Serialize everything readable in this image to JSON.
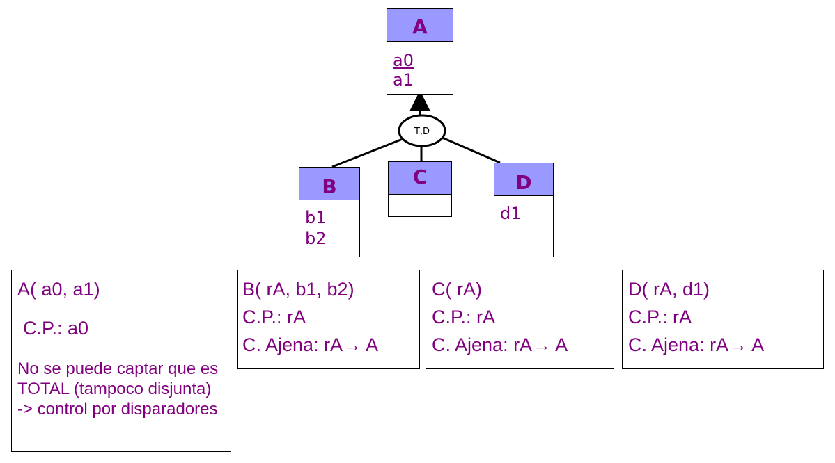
{
  "entities": {
    "A": {
      "name": "A",
      "attrs": [
        "a0",
        "a1"
      ]
    },
    "B": {
      "name": "B",
      "attrs": [
        "b1",
        "b2"
      ]
    },
    "C": {
      "name": "C",
      "attrs": []
    },
    "D": {
      "name": "D",
      "attrs": [
        "d1"
      ]
    }
  },
  "hierarchy": {
    "label": "T,D"
  },
  "relations": {
    "A": {
      "schema": "A( a0, a1)",
      "pk": "C.P.: a0",
      "note": "No se puede captar que es TOTAL (tampoco disjunta) -> control por disparadores"
    },
    "B": {
      "schema": "B( rA,  b1, b2)",
      "pk": "C.P.: rA",
      "fk": "C. Ajena: rA→ A"
    },
    "C": {
      "schema": "C( rA)",
      "pk": "C.P.: rA",
      "fk": "C. Ajena: rA→ A"
    },
    "D": {
      "schema": "D( rA,  d1)",
      "pk": "C.P.: rA",
      "fk": "C. Ajena: rA→ A"
    }
  },
  "colors": {
    "header": "#9999ff",
    "text": "#800080",
    "border": "#000000"
  }
}
